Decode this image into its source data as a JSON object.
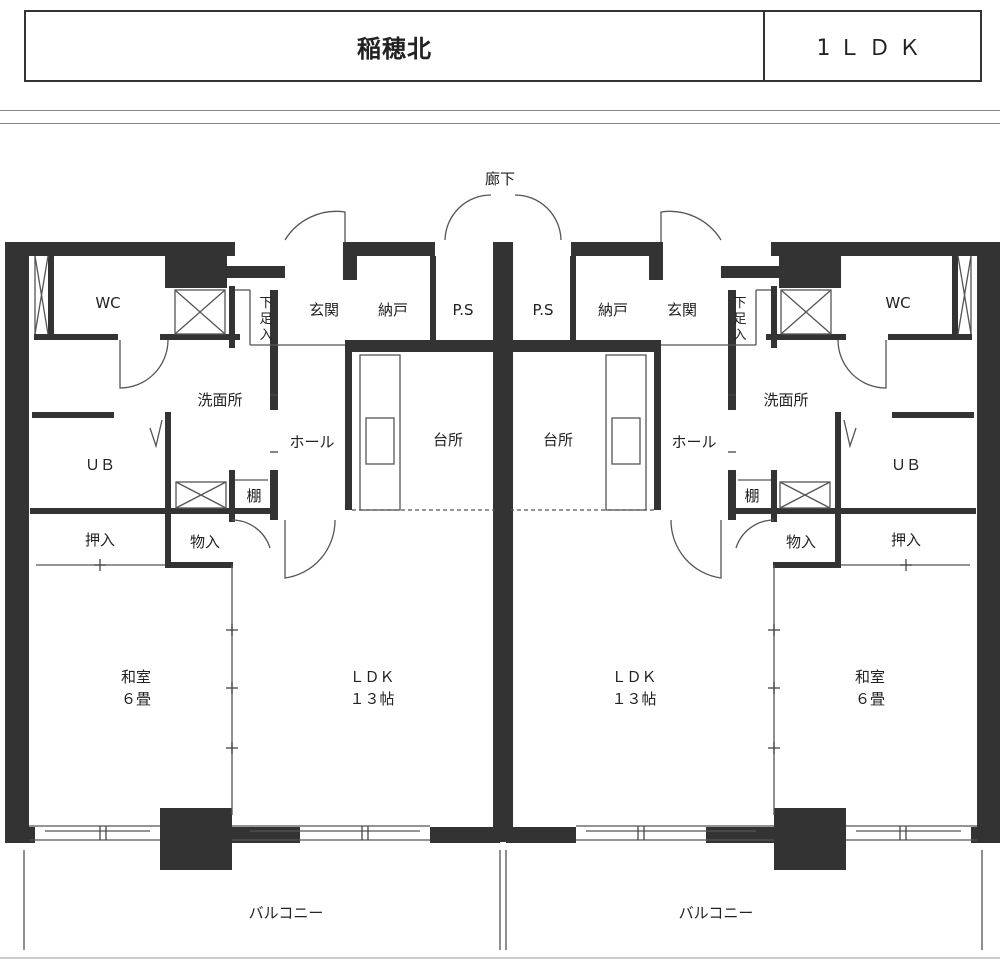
{
  "header": {
    "name": "稲穂北",
    "type": "1ＬＤＫ"
  },
  "labels": {
    "corridor": "廊下",
    "wc": "WC",
    "shoe_line1": "下",
    "shoe_line2": "足",
    "shoe_line3": "入",
    "entrance": "玄関",
    "storage": "納戸",
    "ps": "P.S",
    "washroom": "洗面所",
    "hall": "ホール",
    "kitchen": "台所",
    "ub": "ＵＢ",
    "shelf": "棚",
    "oshiire": "押入",
    "monoire": "物入",
    "washitsu": "和室",
    "washitsu_size": "６畳",
    "ldk": "ＬＤＫ",
    "ldk_size": "１３帖",
    "balcony": "バルコニー"
  }
}
